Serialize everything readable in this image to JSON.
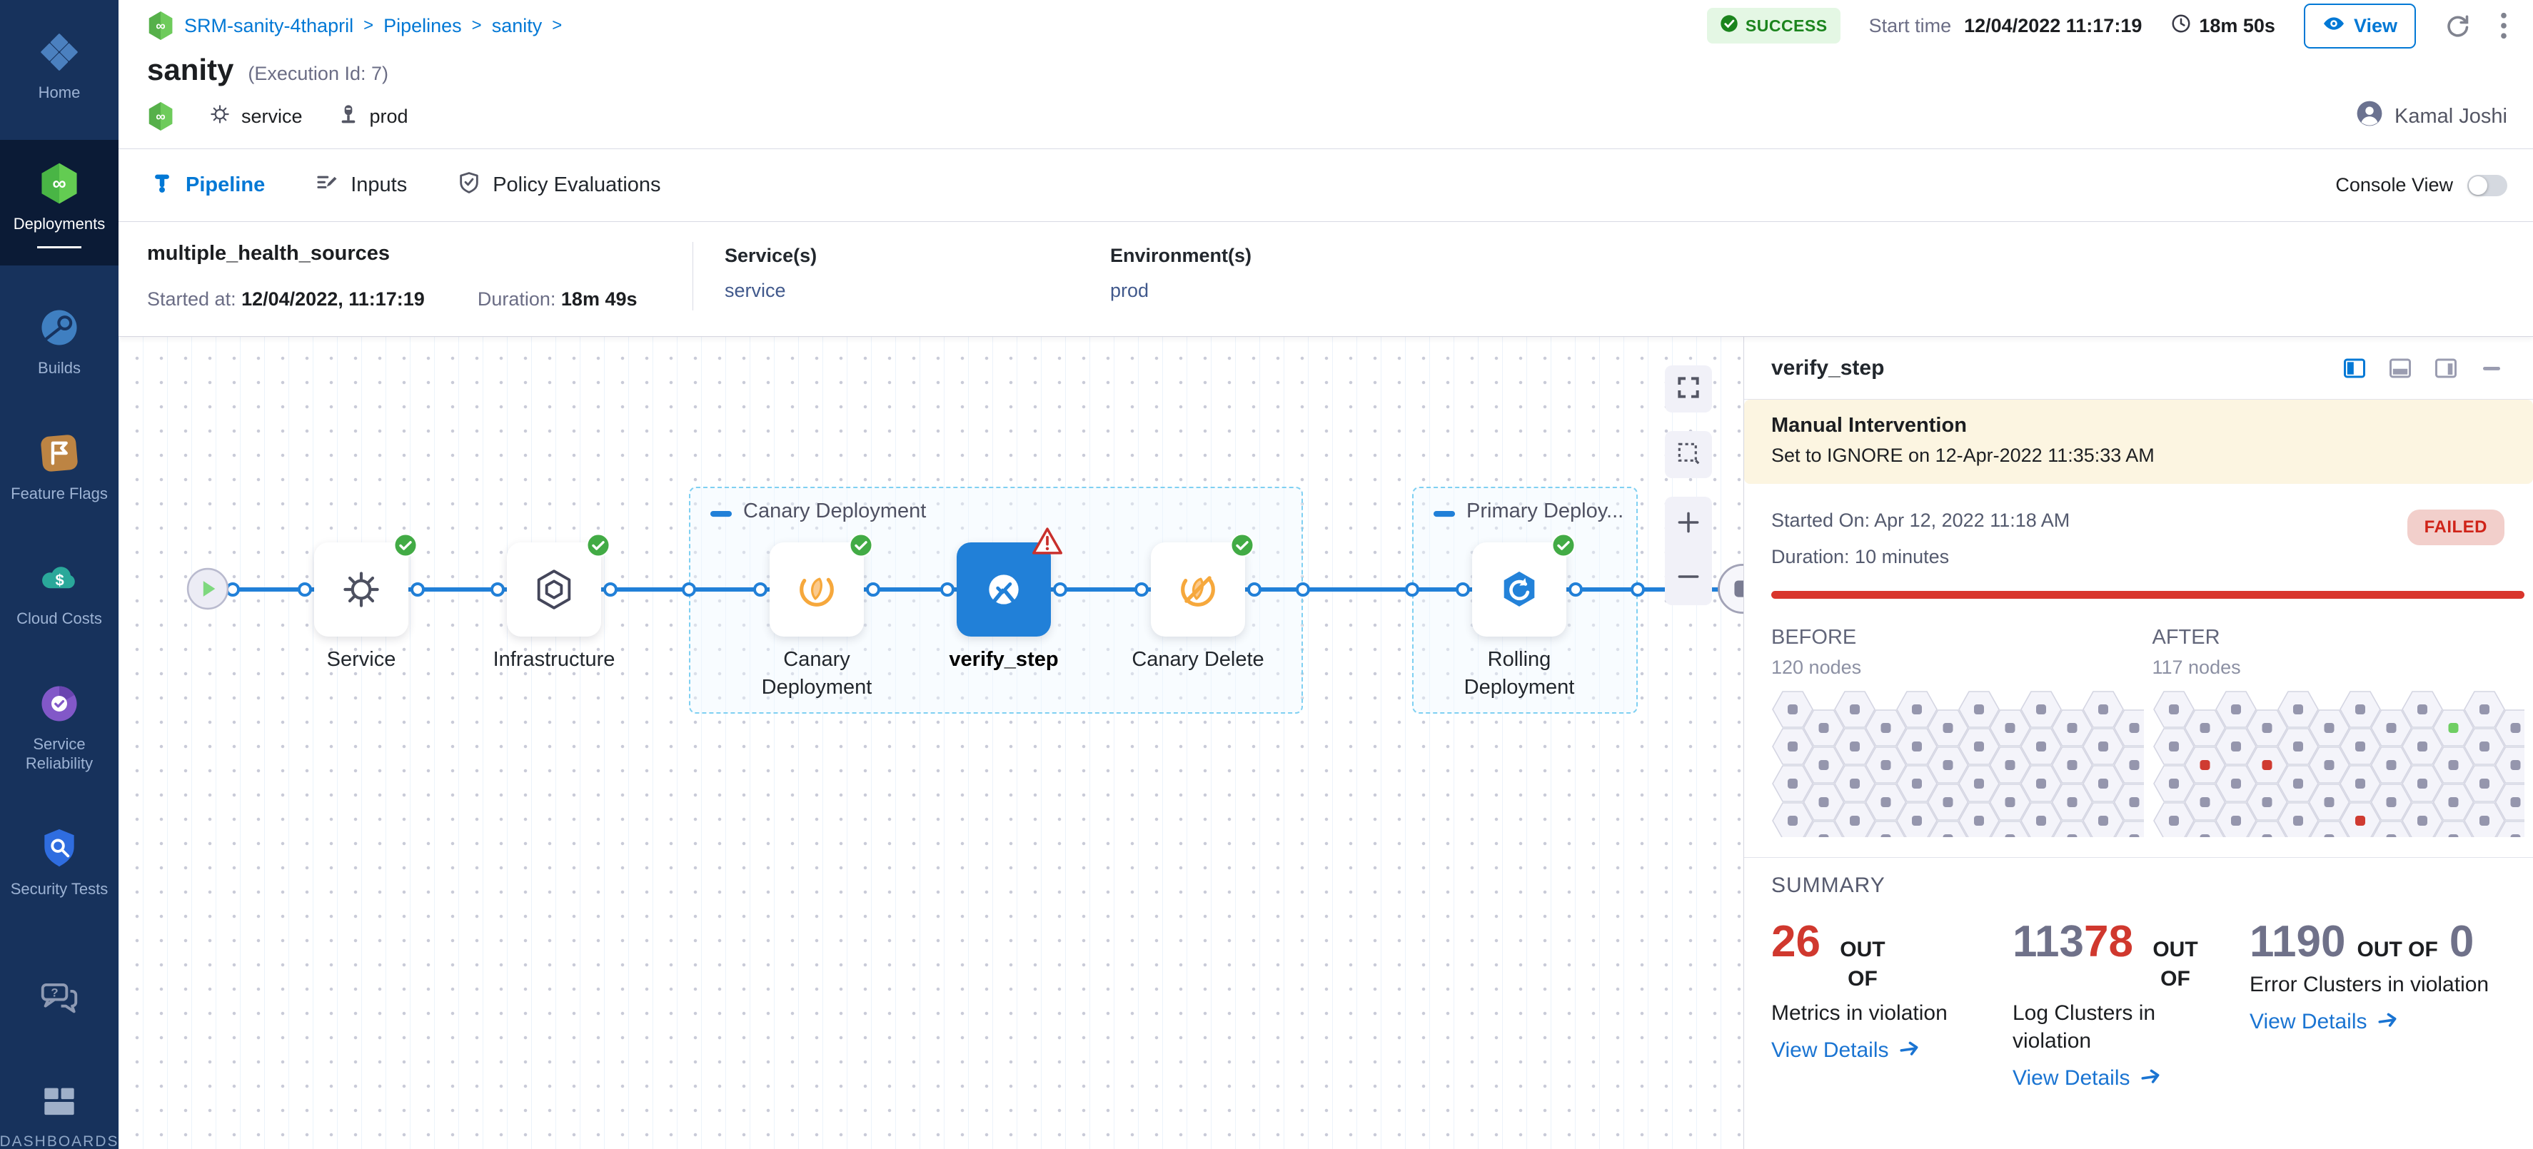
{
  "colors": {
    "primary": "#0278d5",
    "success_green": "#42ab45",
    "error_red": "#da291d",
    "banner_yellow": "#fcf5e1",
    "sidebar_navy": "#17325c",
    "selected_node_blue": "#2180d8"
  },
  "sidebar": {
    "items": [
      {
        "id": "home",
        "label": "Home",
        "icon": "home-icon",
        "active": false
      },
      {
        "id": "deployments",
        "label": "Deployments",
        "icon": "deployments-icon",
        "active": true
      },
      {
        "id": "builds",
        "label": "Builds",
        "icon": "builds-icon",
        "active": false
      },
      {
        "id": "feature-flags",
        "label": "Feature Flags",
        "icon": "feature-flags-icon",
        "active": false
      },
      {
        "id": "cloud-costs",
        "label": "Cloud Costs",
        "icon": "cloud-costs-icon",
        "active": false
      },
      {
        "id": "service-reliability",
        "label": "Service Reliability",
        "icon": "service-reliability-icon",
        "active": false
      },
      {
        "id": "security-tests",
        "label": "Security Tests",
        "icon": "security-tests-icon",
        "active": false
      },
      {
        "id": "help",
        "label": "",
        "icon": "help-icon",
        "active": false
      },
      {
        "id": "dashboards",
        "label": "DASHBOARDS",
        "icon": "dashboards-icon",
        "active": false
      }
    ]
  },
  "breadcrumb": {
    "items": [
      "SRM-sanity-4thapril",
      "Pipelines",
      "sanity"
    ],
    "separator": ">"
  },
  "topbar": {
    "status_badge": "SUCCESS",
    "start_time_label": "Start time",
    "start_time_value": "12/04/2022 11:17:19",
    "duration": "18m 50s",
    "view_button_label": "View"
  },
  "header": {
    "title": "sanity",
    "execution_id": "(Execution Id: 7)",
    "service_tag": "service",
    "environment_tag": "prod",
    "user_name": "Kamal Joshi"
  },
  "tabs": {
    "items": [
      {
        "label": "Pipeline",
        "icon": "pipeline-tab-icon",
        "active": true
      },
      {
        "label": "Inputs",
        "icon": "inputs-tab-icon",
        "active": false
      },
      {
        "label": "Policy Evaluations",
        "icon": "policy-tab-icon",
        "active": false
      }
    ],
    "console_view_label": "Console View",
    "console_view_on": false
  },
  "stage": {
    "name": "multiple_health_sources",
    "started_label": "Started at:",
    "started_value": "12/04/2022, 11:17:19",
    "duration_label": "Duration:",
    "duration_value": "18m 49s",
    "services_label": "Service(s)",
    "services_value": "service",
    "environments_label": "Environment(s)",
    "environments_value": "prod"
  },
  "pipeline": {
    "groups": [
      {
        "label": "Canary Deployment"
      },
      {
        "label": "Primary Deploy..."
      }
    ],
    "nodes": [
      {
        "id": "service",
        "label": "Service",
        "icon": "gear-icon",
        "status": "success",
        "selected": false
      },
      {
        "id": "infrastructure",
        "label": "Infrastructure",
        "icon": "infrastructure-icon",
        "status": "success",
        "selected": false
      },
      {
        "id": "canary-deployment",
        "label": "Canary Deployment",
        "icon": "canary-icon",
        "status": "success",
        "selected": false
      },
      {
        "id": "verify-step",
        "label": "verify_step",
        "icon": "verify-icon",
        "status": "warning",
        "selected": true
      },
      {
        "id": "canary-delete",
        "label": "Canary Delete",
        "icon": "canary-delete-icon",
        "status": "success",
        "selected": false
      },
      {
        "id": "rolling-deployment",
        "label": "Rolling Deployment",
        "icon": "rolling-icon",
        "status": "success",
        "selected": false
      }
    ]
  },
  "panel": {
    "title": "verify_step",
    "banner": {
      "title": "Manual Intervention",
      "message": "Set to IGNORE on 12-Apr-2022 11:35:33 AM"
    },
    "run": {
      "started": "Started On: Apr 12, 2022 11:18 AM",
      "duration": "Duration: 10 minutes",
      "status": "FAILED"
    },
    "comparison": {
      "before_label": "BEFORE",
      "before_count": "120 nodes",
      "after_label": "AFTER",
      "after_count": "117 nodes",
      "after_highlights": [
        {
          "col": 1,
          "row": 1,
          "color": "red"
        },
        {
          "col": 3,
          "row": 1,
          "color": "red"
        },
        {
          "col": 6,
          "row": 3,
          "color": "red"
        },
        {
          "col": 9,
          "row": 0,
          "color": "green"
        }
      ]
    },
    "summary": {
      "heading": "SUMMARY",
      "items": [
        {
          "value_parts": [
            {
              "text": "26",
              "color": "red"
            }
          ],
          "out_of": "OUT OF",
          "total": "",
          "label": "Metrics in violation",
          "link_label": "View Details"
        },
        {
          "value_parts": [
            {
              "text": "113",
              "color": "gray"
            },
            {
              "text": "78",
              "color": "red"
            }
          ],
          "out_of": "OUT OF",
          "total": "",
          "label": "Log Clusters in violation",
          "link_label": "View Details"
        },
        {
          "value_parts": [
            {
              "text": "1190",
              "color": "gray"
            }
          ],
          "out_of": "OUT OF",
          "total": "0",
          "label": "Error Clusters in violation",
          "link_label": "View Details"
        }
      ]
    }
  }
}
